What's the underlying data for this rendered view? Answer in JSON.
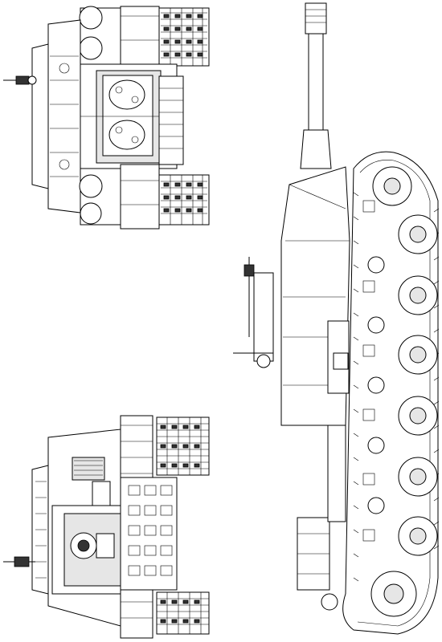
{
  "drawing": {
    "subject": "heavy-tank-three-view",
    "views": [
      "rear-view-top",
      "rear-view-bottom",
      "side-view"
    ],
    "line_color": "#000000",
    "background": "#ffffff"
  }
}
